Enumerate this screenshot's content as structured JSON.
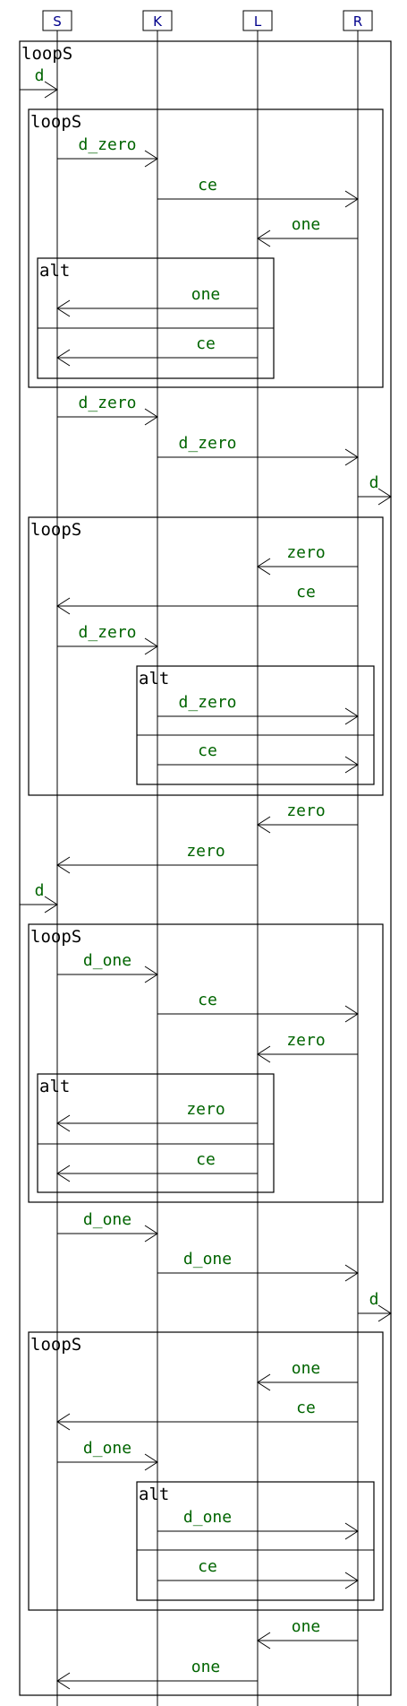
{
  "participants": [
    "S",
    "K",
    "L",
    "R"
  ],
  "frames": [
    {
      "label": "loopS"
    },
    {
      "label": "loopS"
    },
    {
      "label": "alt"
    },
    {
      "label": "loopS"
    },
    {
      "label": "alt"
    },
    {
      "label": "loopS"
    },
    {
      "label": "alt"
    },
    {
      "label": "loopS"
    },
    {
      "label": "alt"
    }
  ],
  "messages": [
    {
      "from": "env",
      "to": "S",
      "label": "d"
    },
    {
      "from": "S",
      "to": "K",
      "label": "d_zero"
    },
    {
      "from": "K",
      "to": "R",
      "label": "ce"
    },
    {
      "from": "R",
      "to": "L",
      "label": "one"
    },
    {
      "from": "L",
      "to": "S",
      "label": "one"
    },
    {
      "from": "L",
      "to": "S",
      "label": "ce"
    },
    {
      "from": "S",
      "to": "K",
      "label": "d_zero"
    },
    {
      "from": "K",
      "to": "R",
      "label": "d_zero"
    },
    {
      "from": "R",
      "to": "env",
      "label": "d"
    },
    {
      "from": "R",
      "to": "L",
      "label": "zero"
    },
    {
      "from": "R",
      "to": "S",
      "label": "ce"
    },
    {
      "from": "S",
      "to": "K",
      "label": "d_zero"
    },
    {
      "from": "K",
      "to": "R",
      "label": "d_zero"
    },
    {
      "from": "K",
      "to": "R",
      "label": "ce"
    },
    {
      "from": "R",
      "to": "L",
      "label": "zero"
    },
    {
      "from": "L",
      "to": "S",
      "label": "zero"
    },
    {
      "from": "env",
      "to": "S",
      "label": "d"
    },
    {
      "from": "S",
      "to": "K",
      "label": "d_one"
    },
    {
      "from": "K",
      "to": "R",
      "label": "ce"
    },
    {
      "from": "R",
      "to": "L",
      "label": "zero"
    },
    {
      "from": "L",
      "to": "S",
      "label": "zero"
    },
    {
      "from": "L",
      "to": "S",
      "label": "ce"
    },
    {
      "from": "S",
      "to": "K",
      "label": "d_one"
    },
    {
      "from": "K",
      "to": "R",
      "label": "d_one"
    },
    {
      "from": "R",
      "to": "env",
      "label": "d"
    },
    {
      "from": "R",
      "to": "L",
      "label": "one"
    },
    {
      "from": "R",
      "to": "S",
      "label": "ce"
    },
    {
      "from": "S",
      "to": "K",
      "label": "d_one"
    },
    {
      "from": "K",
      "to": "R",
      "label": "d_one"
    },
    {
      "from": "K",
      "to": "R",
      "label": "ce"
    },
    {
      "from": "R",
      "to": "L",
      "label": "one"
    },
    {
      "from": "L",
      "to": "S",
      "label": "one"
    }
  ]
}
